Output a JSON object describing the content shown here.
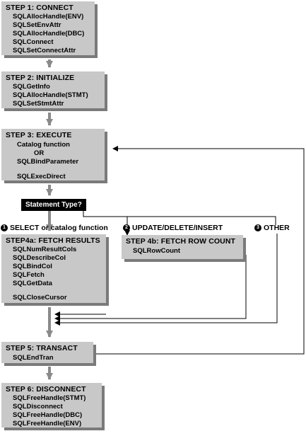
{
  "step1": {
    "title": "STEP 1: CONNECT",
    "items": [
      "SQLAllocHandle(ENV)",
      "SQLSetEnvAttr",
      "SQLAllocHandle(DBC)",
      "SQLConnect",
      "SQLSetConnectAttr"
    ]
  },
  "step2": {
    "title": "STEP 2: INITIALIZE",
    "items": [
      "SQLGetInfo",
      "SQLAllocHandle(STMT)",
      "SQLSetStmtAttr"
    ]
  },
  "step3": {
    "title": "STEP 3: EXECUTE",
    "catalog": "Catalog function",
    "or": "OR",
    "bind": "SQLBindParameter",
    "exec": "SQLExecDirect"
  },
  "statement_type": "Statement Type?",
  "branches": {
    "b1": {
      "num": "1",
      "label": "SELECT or catalog function"
    },
    "b2": {
      "num": "2",
      "label": "UPDATE/DELETE/INSERT"
    },
    "b3": {
      "num": "3",
      "label": "OTHER"
    }
  },
  "step4a": {
    "title": "STEP4a: FETCH RESULTS",
    "items": [
      "SQLNumResultCols",
      "SQLDescribeCol",
      "SQLBindCol",
      "SQLFetch",
      "SQLGetData",
      "SQLCloseCursor"
    ]
  },
  "step4b": {
    "title": "STEP 4b: FETCH ROW COUNT",
    "items": [
      "SQLRowCount"
    ]
  },
  "step5": {
    "title": "STEP 5: TRANSACT",
    "items": [
      "SQLEndTran"
    ]
  },
  "step6": {
    "title": "STEP 6: DISCONNECT",
    "items": [
      "SQLFreeHandle(STMT)",
      "SQLDisconnect",
      "SQLFreeHandle(DBC)",
      "SQLFreeHandle(ENV)"
    ]
  }
}
